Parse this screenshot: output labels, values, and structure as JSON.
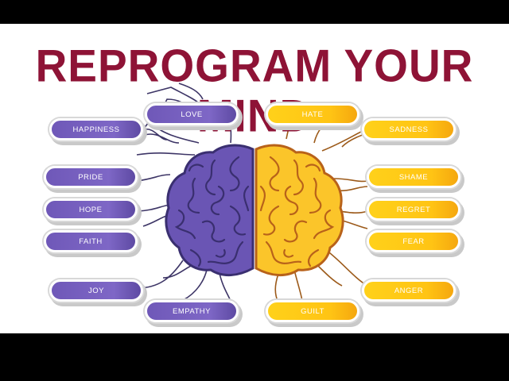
{
  "title": "REPROGRAM YOUR MIND",
  "colors": {
    "title": "#8e1336",
    "left_brain": "#6a55b4",
    "right_brain": "#fbc52a",
    "left_line": "#3d3566",
    "right_line": "#9c5a1a"
  },
  "left_labels": [
    "LOVE",
    "HAPPINESS",
    "PRIDE",
    "HOPE",
    "FAITH",
    "JOY",
    "EMPATHY"
  ],
  "right_labels": [
    "HATE",
    "SADNESS",
    "SHAME",
    "REGRET",
    "FEAR",
    "ANGER",
    "GUILT"
  ]
}
